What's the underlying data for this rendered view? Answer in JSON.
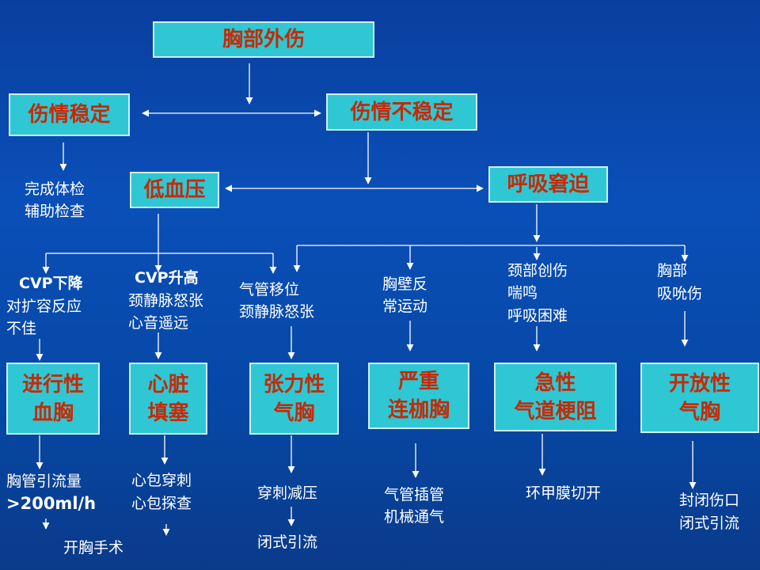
{
  "diagram": {
    "nodes": {
      "chest_trauma": "胸部外伤",
      "stable": "伤情稳定",
      "unstable": "伤情不稳定",
      "hypotension": "低血压",
      "resp_distress": "呼吸窘迫",
      "hemothorax": "进行性\n血胸",
      "tamponade": "心脏\n填塞",
      "tension_pneumo": "张力性\n气胸",
      "flail_chest": "严重\n连枷胸",
      "airway_obstruction": "急性\n气道梗阻",
      "open_pneumo": "开放性\n气胸"
    },
    "labels": {
      "exam_1": "完成体检",
      "exam_2": "辅助检查",
      "cvp_down_1": "CVP下降",
      "cvp_down_2": "对扩容反应",
      "cvp_down_3": "不佳",
      "cvp_up_1": "CVP升高",
      "cvp_up_2": "颈静脉怒张",
      "cvp_up_3": "心音遥远",
      "trachea_1": "气管移位",
      "trachea_2": "颈静脉怒张",
      "paradox_1": "胸壁反",
      "paradox_2": "常运动",
      "neck_1": "颈部创伤",
      "neck_2": "喘鸣",
      "neck_3": "呼吸困难",
      "suck_1": "胸部",
      "suck_2": "吸吮伤",
      "drain_1": "胸管引流量",
      "drain_2": ">200ml/h",
      "thoracotomy": "开胸手术",
      "peri_1": "心包穿刺",
      "peri_2": "心包探查",
      "decompress": "穿刺减压",
      "closed_drain_1": "闭式引流",
      "intubate_1": "气管插管",
      "intubate_2": "机械通气",
      "cricothyro": "环甲膜切开",
      "seal_1": "封闭伤口",
      "seal_2": "闭式引流"
    }
  }
}
